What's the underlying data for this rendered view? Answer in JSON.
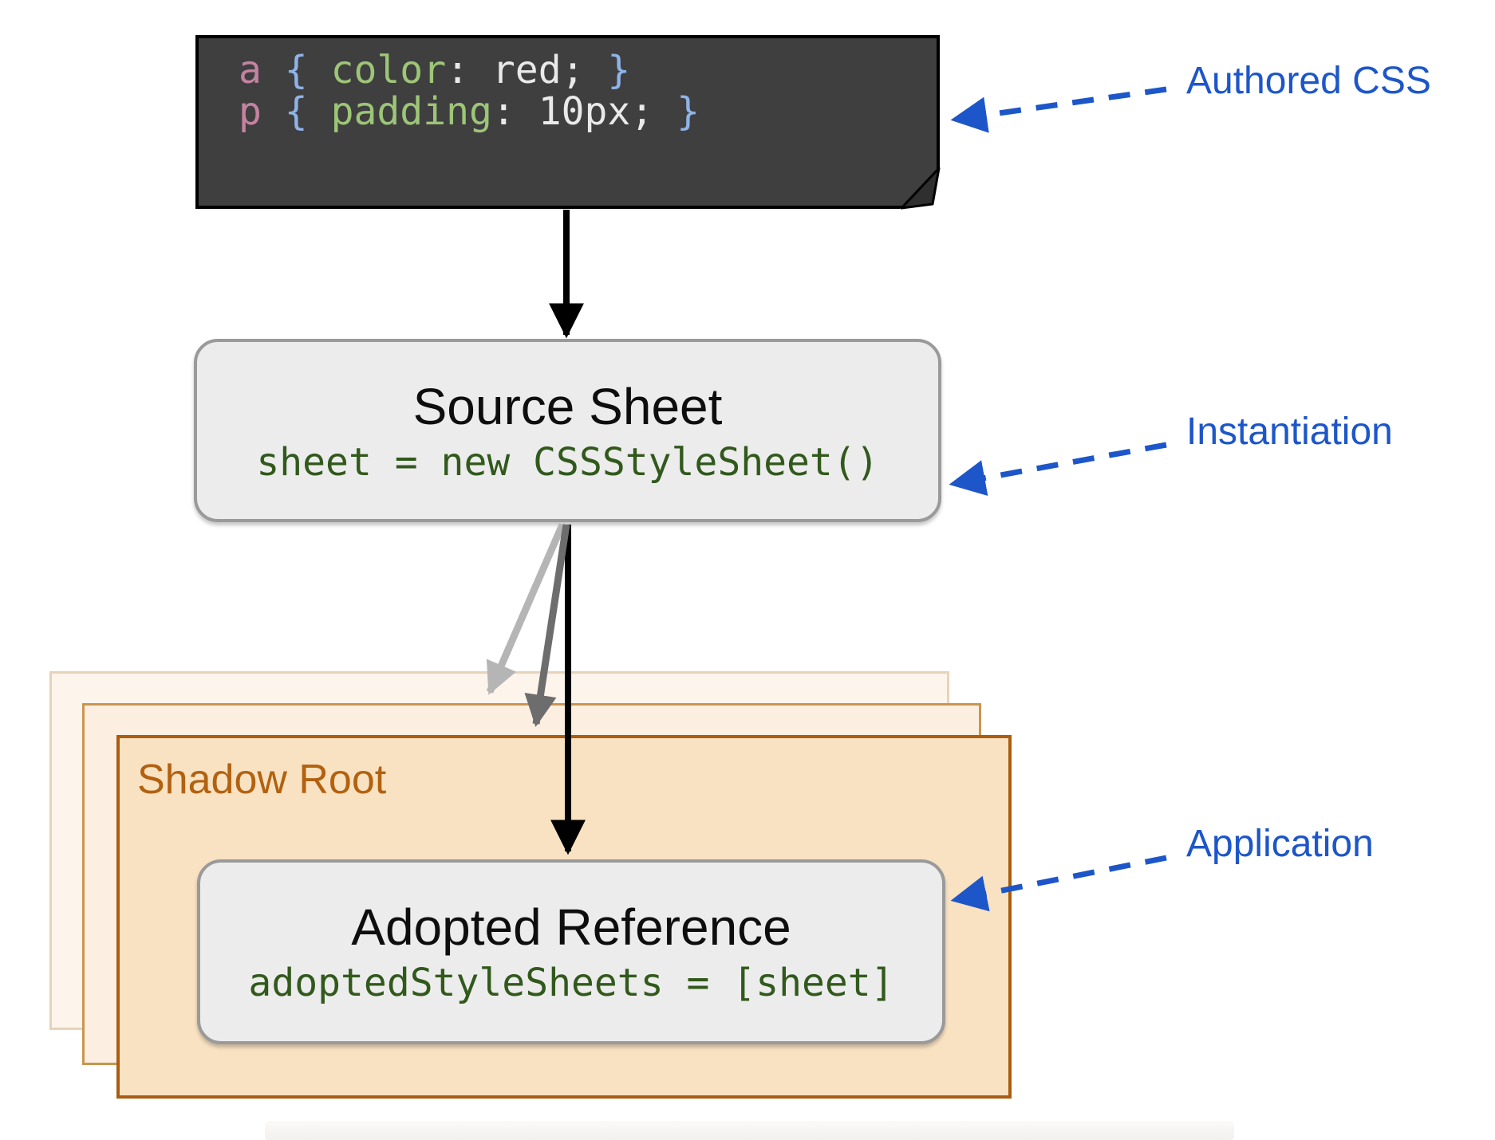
{
  "authored_css_box": {
    "code_lines": [
      {
        "tokens": [
          {
            "text": "a "
          },
          {
            "text": "{ "
          },
          {
            "text": "color"
          },
          {
            "text": ": red; "
          },
          {
            "text": "}"
          }
        ]
      },
      {
        "tokens": [
          {
            "text": "p "
          },
          {
            "text": "{ "
          },
          {
            "text": "padding"
          },
          {
            "text": ": 10px; "
          },
          {
            "text": "}"
          }
        ]
      }
    ]
  },
  "source_sheet_box": {
    "title": "Source Sheet",
    "code": "sheet = new CSSStyleSheet()"
  },
  "shadow_root": {
    "label": "Shadow Root"
  },
  "adopted_reference_box": {
    "title": "Adopted Reference",
    "code": "adoptedStyleSheets = [sheet]"
  },
  "annotations": [
    {
      "label": "Authored CSS"
    },
    {
      "label": "Instantiation"
    },
    {
      "label": "Application"
    }
  ],
  "colors": {
    "annotation_blue": "#1d56c9",
    "code_box_bg": "#3f3f3f",
    "code_selector_pink": "#c583a1",
    "code_brace_blue": "#8fb3e8",
    "code_property_green": "#9dc577",
    "code_value_white": "#e9e9e9",
    "sheet_box_bg": "#ececec",
    "sheet_box_border": "#9a9a9a",
    "sheet_code_green": "#31591c",
    "shadow_root_border": "#ab5c0e",
    "shadow_root_bg": "#f9e2c2",
    "shadow_root_text": "#b26110",
    "arrow_black": "#000000",
    "arrow_gray_light": "#b5b5b5",
    "arrow_gray_dark": "#6d6d6d"
  }
}
